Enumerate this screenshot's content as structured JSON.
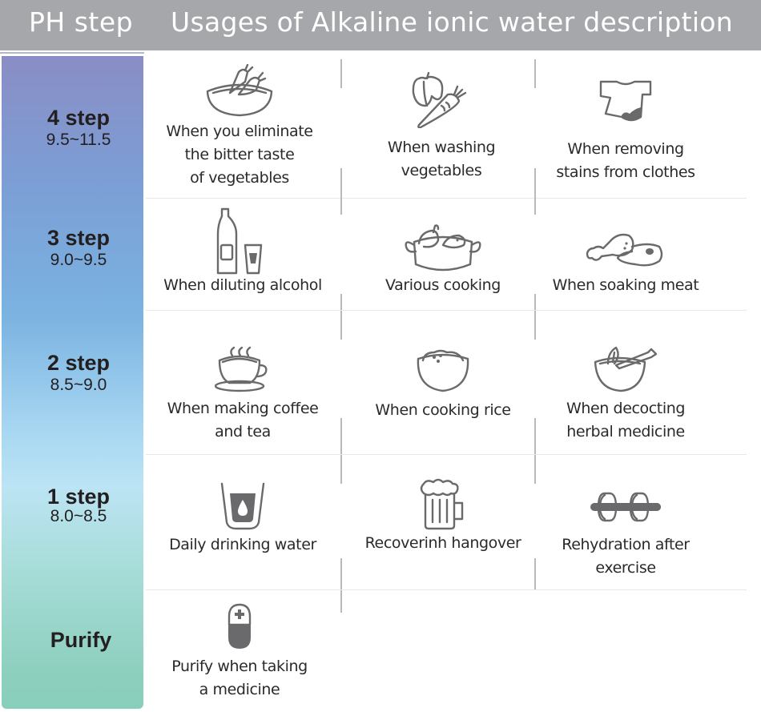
{
  "header": {
    "ph_step_label": "PH step",
    "usages_title": "Usages of Alkaline ionic water description"
  },
  "colors": {
    "header_bg": "#a6a7aa",
    "header_text": "#ffffff",
    "gradient_top": "#8a8dc5",
    "gradient_mid": "#7bb3e1",
    "gradient_light": "#bce4f4",
    "gradient_bottom": "#88cfbb",
    "icon_gray": "#6a6a6c",
    "text_dark": "#231f20"
  },
  "steps": [
    {
      "name": "4 step",
      "range": "9.5~11.5"
    },
    {
      "name": "3 step",
      "range": "9.0~9.5"
    },
    {
      "name": "2 step",
      "range": "8.5~9.0"
    },
    {
      "name": "1 step",
      "range": "8.0~8.5"
    },
    {
      "name": "Purify",
      "range": ""
    }
  ],
  "rows": [
    {
      "items": [
        {
          "icon": "bowl-with-carrots-icon",
          "label": "When you eliminate\nthe bitter taste\n of  vegetables"
        },
        {
          "icon": "pepper-and-carrot-icon",
          "label": "When washing\nvegetables"
        },
        {
          "icon": "stained-shirt-icon",
          "label": "When removing\nstains from clothes"
        }
      ]
    },
    {
      "items": [
        {
          "icon": "bottle-and-glass-icon",
          "label": "When diluting alcohol"
        },
        {
          "icon": "cooking-pot-icon",
          "label": "Various cooking"
        },
        {
          "icon": "drumstick-and-steak-icon",
          "label": "When soaking meat"
        }
      ]
    },
    {
      "items": [
        {
          "icon": "coffee-cup-icon",
          "label": "When making coffee\nand tea"
        },
        {
          "icon": "rice-bowl-icon",
          "label": "When cooking rice"
        },
        {
          "icon": "mortar-and-pestle-icon",
          "label": "When decocting\nherbal medicine"
        }
      ]
    },
    {
      "items": [
        {
          "icon": "water-glass-icon",
          "label": "Daily drinking water"
        },
        {
          "icon": "beer-mug-icon",
          "label": "Recoverinh hangover"
        },
        {
          "icon": "dumbbell-icon",
          "label": "Rehydration after\nexercise"
        }
      ]
    },
    {
      "items": [
        {
          "icon": "medicine-capsule-icon",
          "label": "Purify when taking\na medicine"
        }
      ]
    }
  ]
}
